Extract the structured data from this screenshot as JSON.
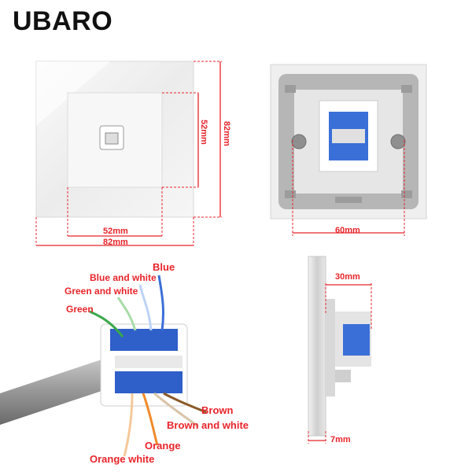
{
  "brand": "UBARO",
  "front_view": {
    "inner_width": "52mm",
    "outer_width": "82mm",
    "inner_height": "52mm",
    "outer_height": "82mm"
  },
  "back_view": {
    "width": "60mm"
  },
  "wiring": {
    "labels": [
      "Blue",
      "Blue and white",
      "Green and white",
      "Green",
      "Brown",
      "Brown and white",
      "Orange",
      "Orange white"
    ]
  },
  "side_view": {
    "depth": "30mm",
    "thickness": "7mm"
  },
  "colors": {
    "dimension": "#e8242a",
    "wire_blue": "#3a6fd8",
    "wire_green": "#3aa84a",
    "wire_orange": "#f08a2a",
    "wire_brown": "#8a5a2a"
  }
}
